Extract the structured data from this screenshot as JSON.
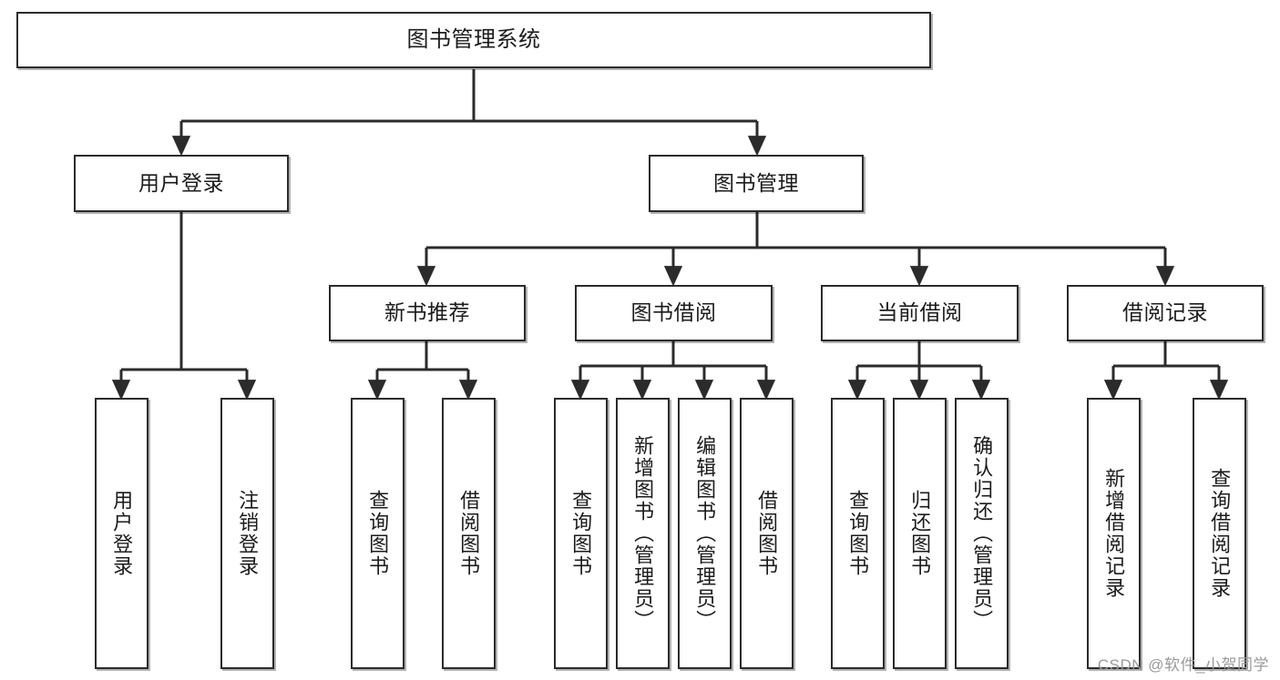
{
  "diagram": {
    "title": "图书管理系统",
    "type": "tree-hierarchy",
    "watermark": "CSDN @软件_小贺同学",
    "colors": {
      "background": "#ffffff",
      "box_border": "#2b2b2b",
      "box_fill": "#ffffff",
      "text": "#1b1b1b",
      "connector": "#2b2b2b",
      "watermark": "#9a9a9a"
    },
    "levels": {
      "root": {
        "label": "图书管理系统"
      },
      "level2": [
        {
          "label": "用户登录"
        },
        {
          "label": "图书管理"
        }
      ],
      "level3": [
        {
          "label": "新书推荐"
        },
        {
          "label": "图书借阅"
        },
        {
          "label": "当前借阅"
        },
        {
          "label": "借阅记录"
        }
      ],
      "leaves": {
        "user_login": [
          {
            "label": "用户登录"
          },
          {
            "label": "注销登录"
          }
        ],
        "new_book_recommend": [
          {
            "label": "查询图书"
          },
          {
            "label": "借阅图书"
          }
        ],
        "book_borrow": [
          {
            "label": "查询图书"
          },
          {
            "label": "新增图书（管理员）"
          },
          {
            "label": "编辑图书（管理员）"
          },
          {
            "label": "借阅图书"
          }
        ],
        "current_borrow": [
          {
            "label": "查询图书"
          },
          {
            "label": "归还图书"
          },
          {
            "label": "确认归还（管理员）"
          }
        ],
        "borrow_record": [
          {
            "label": "新增借阅记录"
          },
          {
            "label": "查询借阅记录"
          }
        ]
      }
    }
  }
}
